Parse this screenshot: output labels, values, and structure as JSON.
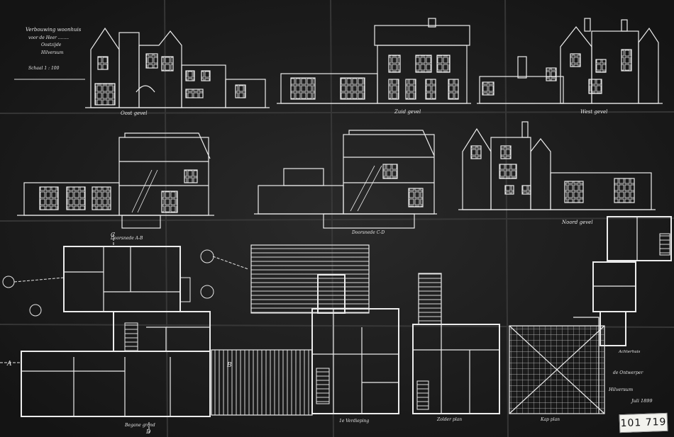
{
  "sheet": {
    "header": [
      "Verbouwing woonhuis",
      "voor de Heer ........",
      "Oostzijde",
      "Hilversum"
    ],
    "scale": "Schaal 1 : 100",
    "signature": [
      "de Ontwerper",
      "Hilversum",
      "Juli 1899"
    ],
    "archive_number": "101 719"
  },
  "views": {
    "elev_1": "Oost gevel",
    "elev_2": "Zuid gevel",
    "elev_3": "West gevel",
    "section_1": "Doorsnede A-B",
    "section_2": "Doorsnede C-D",
    "elev_4": "Noord gevel",
    "plan_ground": "Begane grond",
    "plan_first": "1e Verdieping",
    "plan_attic": "Zolder plan",
    "plan_roof": "Kap plan",
    "plan_annex": "Achterhuis"
  },
  "markers": {
    "A": "A",
    "B": "B",
    "C": "C",
    "D": "D"
  }
}
